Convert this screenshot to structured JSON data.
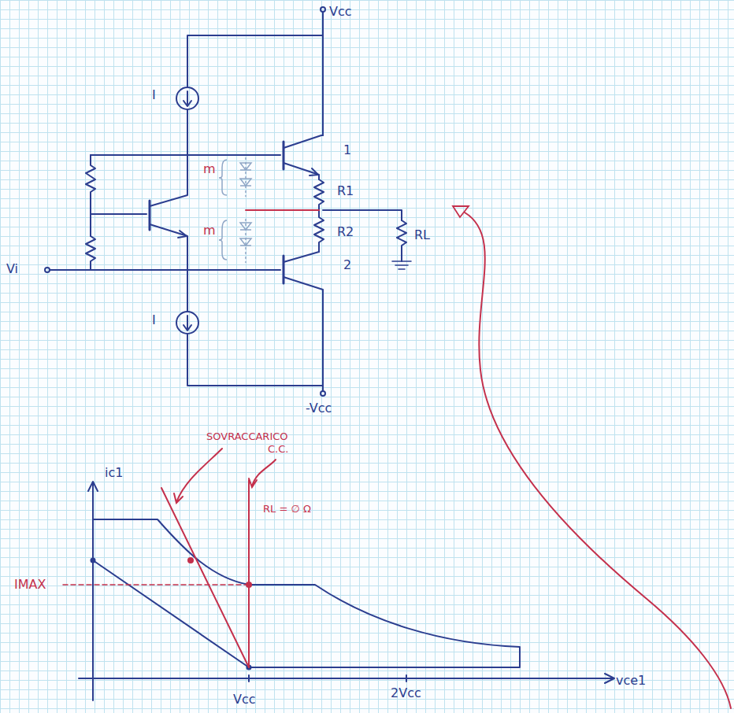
{
  "diagram": {
    "labels": [
      "Vcc",
      "I",
      "1",
      "R1",
      "m",
      "m",
      "R2",
      "RL",
      "Vi",
      "I",
      "2",
      "-Vcc",
      "SOVRACCARICO",
      "C.C.",
      "RL = ∅ Ω",
      "ic1",
      "IMAX",
      "Vcc",
      "2Vcc",
      "vce1"
    ]
  }
}
